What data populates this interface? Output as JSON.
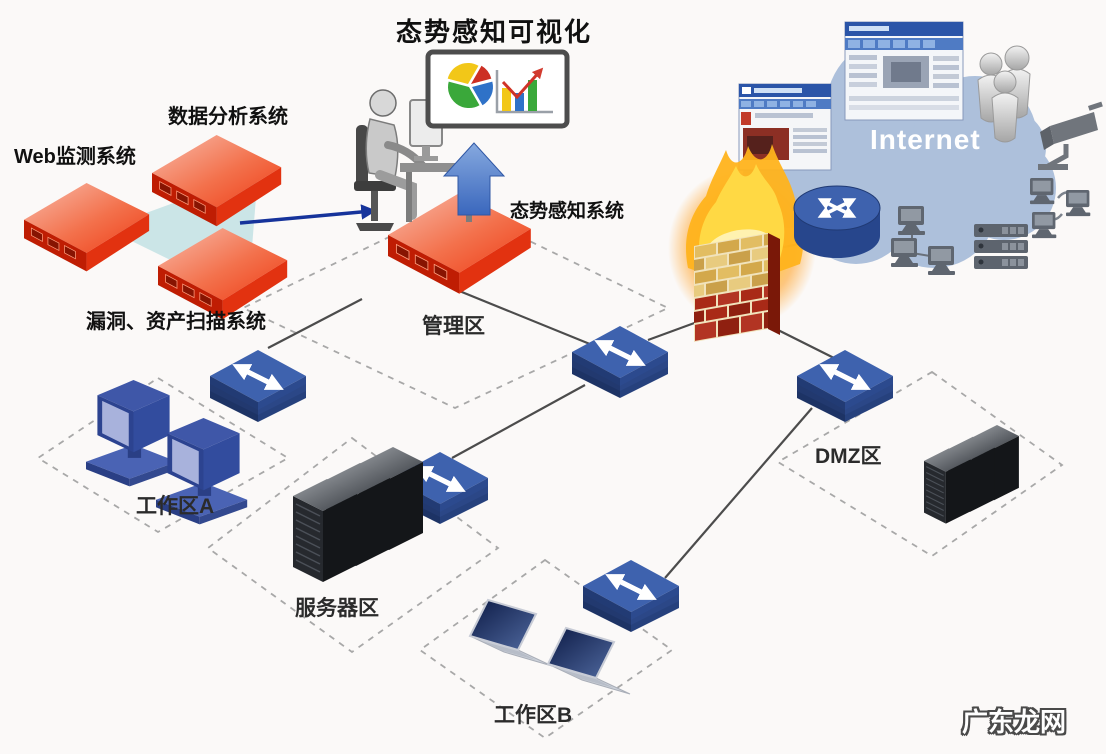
{
  "title": "态势感知可视化",
  "systems": {
    "web_monitor": "Web监测系统",
    "data_analysis": "数据分析系统",
    "vuln_scan": "漏洞、资产扫描系统",
    "situational": "态势感知系统"
  },
  "zones": {
    "management": "管理区",
    "work_a": "工作区A",
    "server": "服务器区",
    "dmz": "DMZ区",
    "work_b": "工作区B"
  },
  "internet_label": "Internet",
  "watermark": "广东龙网",
  "colors": {
    "server_red": "#e23210",
    "switch_blue": "#3e62ae",
    "cloud_blue": "#adc0db",
    "flow_arrow_blue": "#16339b",
    "up_arrow_blue": "#4c79c6",
    "link_gray": "#4c4c4c",
    "zone_dash_gray": "#a8a8a8",
    "fire_orange": "#ffb31c",
    "brick_red": "#a92a17",
    "brick_tan": "#d8ae55"
  },
  "icons": [
    "display-icon",
    "analyst-figure-icon",
    "pie-chart-icon",
    "bar-chart-icon",
    "up-arrow-icon",
    "flow-arrow-icon",
    "red-server-icon",
    "flow-triangle-icon",
    "switch-icon",
    "firewall-icon",
    "router-icon",
    "internet-cloud-icon",
    "webpage-thumbnail-icon",
    "user-group-icon",
    "cctv-camera-icon",
    "lan-computers-icon",
    "server-stack-icon",
    "workstation-icon",
    "server-rack-icon",
    "laptop-icon"
  ]
}
